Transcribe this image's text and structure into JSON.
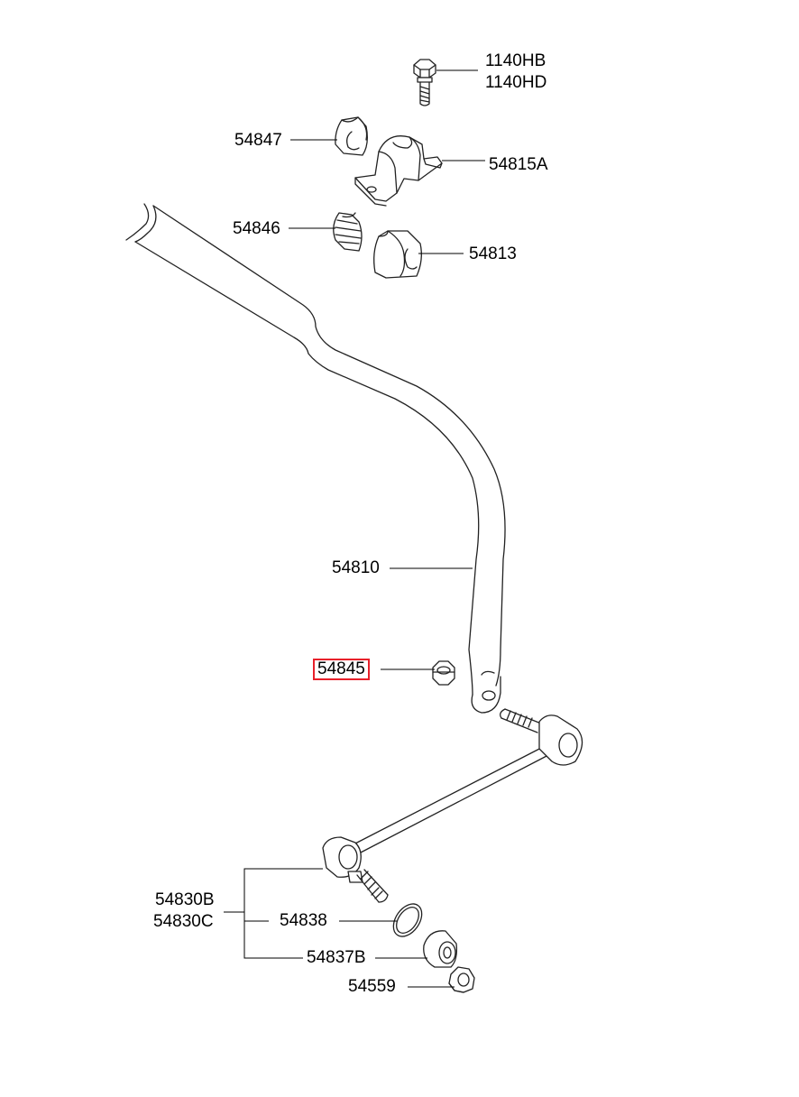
{
  "labels": {
    "p_1140hb": "1140HB",
    "p_1140hd": "1140HD",
    "p_54847": "54847",
    "p_54815a": "54815A",
    "p_54846": "54846",
    "p_54813": "54813",
    "p_54810": "54810",
    "p_54845": "54845",
    "p_54830b": "54830B",
    "p_54830c": "54830C",
    "p_54838": "54838",
    "p_54837b": "54837B",
    "p_54559": "54559"
  },
  "highlight": {
    "part": "54845",
    "color": "#e8202a"
  },
  "colors": {
    "line": "#000000",
    "part_stroke": "#222222",
    "part_fill": "#ffffff"
  }
}
